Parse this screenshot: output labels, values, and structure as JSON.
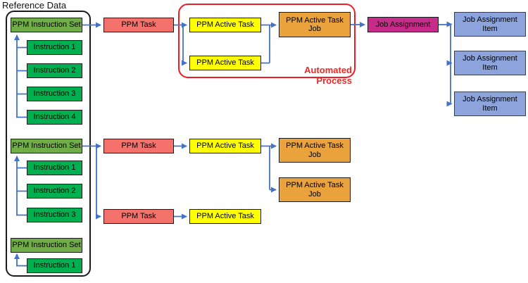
{
  "labels": {
    "reference_data": "Reference Data",
    "automated_process": "Automated Process"
  },
  "colors": {
    "instruction_set_fill": "#70AD47",
    "instruction_fill": "#00B050",
    "task_fill": "#F4716C",
    "active_task_fill": "#FFFF00",
    "job_fill": "#E9A23C",
    "job_assignment_fill": "#C72C8B",
    "job_assignment_item_fill": "#8CA3DB",
    "connector": "#4472C4",
    "automated_container_border": "#EE1C25",
    "reference_container_border": "#1A1A1A"
  },
  "nodes": {
    "set1": "PPM Instruction Set",
    "i1_1": "Instruction 1",
    "i1_2": "Instruction 2",
    "i1_3": "Instruction 3",
    "i1_4": "Instruction 4",
    "set2": "PPM Instruction Set",
    "i2_1": "Instruction 1",
    "i2_2": "Instruction 2",
    "i2_3": "Instruction 3",
    "set3": "PPM Instruction Set",
    "i3_1": "Instruction 1",
    "task1": "PPM Task",
    "task2": "PPM Task",
    "task3": "PPM Task",
    "at1": "PPM Active Task",
    "at2": "PPM Active Task",
    "at3": "PPM Active Task",
    "at4": "PPM Active Task",
    "job1": "PPM Active Task\nJob",
    "job2": "PPM Active Task\nJob",
    "job3": "PPM Active Task\nJob",
    "ja": "Job Assignment",
    "jai1": "Job Assignment\nItem",
    "jai2": "Job Assignment\nItem",
    "jai3": "Job Assignment\nItem"
  }
}
